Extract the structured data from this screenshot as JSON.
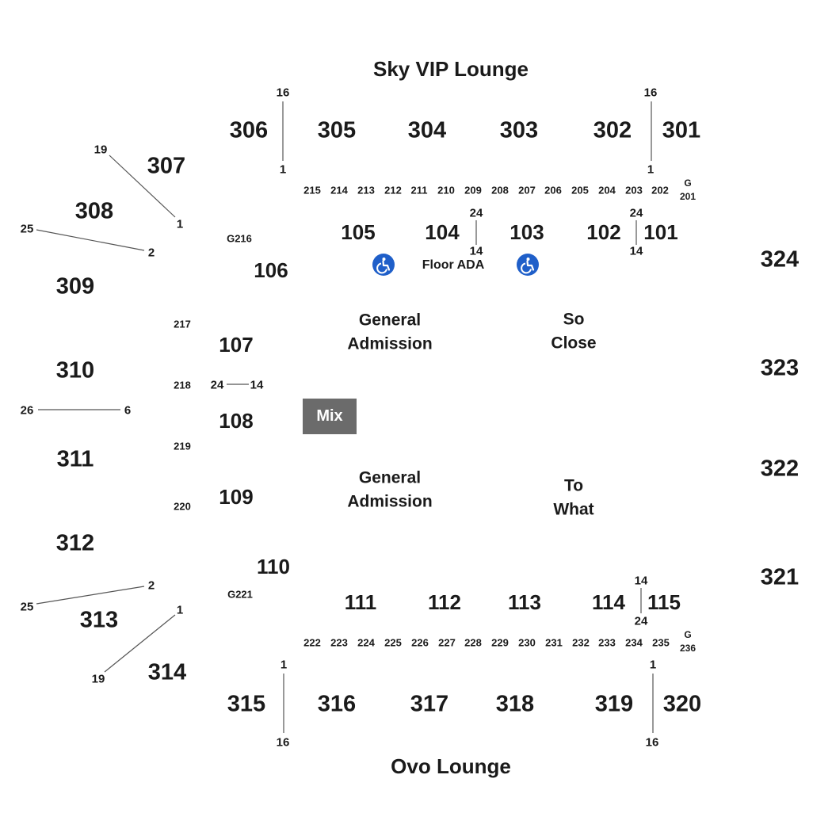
{
  "titles": {
    "top": "Sky VIP Lounge",
    "bottom": "Ovo Lounge"
  },
  "sections_300": [
    "301",
    "302",
    "303",
    "304",
    "305",
    "306",
    "307",
    "308",
    "309",
    "310",
    "311",
    "312",
    "313",
    "314",
    "315",
    "316",
    "317",
    "318",
    "319",
    "320",
    "321",
    "322",
    "323",
    "324"
  ],
  "sections_100": [
    "101",
    "102",
    "103",
    "104",
    "105",
    "106",
    "107",
    "108",
    "109",
    "110",
    "111",
    "112",
    "113",
    "114",
    "115"
  ],
  "boxes_top": [
    "215",
    "214",
    "213",
    "212",
    "211",
    "210",
    "209",
    "208",
    "207",
    "206",
    "205",
    "204",
    "203",
    "202"
  ],
  "boxes_bottom": [
    "222",
    "223",
    "224",
    "225",
    "226",
    "227",
    "228",
    "229",
    "230",
    "231",
    "232",
    "233",
    "234",
    "235"
  ],
  "boxes_side": [
    "217",
    "218",
    "219",
    "220"
  ],
  "group_labels": {
    "g216": "G216",
    "g221": "G221",
    "g_top": "G",
    "g_top_num": "201",
    "g_bottom": "G",
    "g_bottom_num": "236"
  },
  "row_labels": {
    "r306_top": "16",
    "r306_bottom": "1",
    "r301_top": "16",
    "r301_bottom": "1",
    "r307_outer": "19",
    "r307_inner": "1",
    "r308_outer": "25",
    "r308_inner": "2",
    "r310_outer": "26",
    "r310_inner": "6",
    "r313_outer": "25",
    "r313_inner": "2",
    "r314_outer": "19",
    "r314_inner": "1",
    "r315_top": "1",
    "r315_bottom": "16",
    "r320_top": "1",
    "r320_bottom": "16",
    "r104_top": "24",
    "r104_bottom": "14",
    "r101_top": "24",
    "r101_bottom": "14",
    "r107_left": "24",
    "r107_right": "14",
    "r115_top": "14",
    "r115_bottom": "24"
  },
  "areas": {
    "ga_top_1": "General",
    "ga_top_2": "Admission",
    "ga_bottom_1": "General",
    "ga_bottom_2": "Admission",
    "so_close_1": "So",
    "so_close_2": "Close",
    "to_what_1": "To",
    "to_what_2": "What",
    "floor_ada": "Floor ADA",
    "mix": "Mix"
  },
  "icons": {
    "ada": "wheelchair-accessible-icon"
  },
  "colors": {
    "ada_blue": "#1f5fc9",
    "mix_box": "#6b6b6b",
    "line": "#555555"
  }
}
